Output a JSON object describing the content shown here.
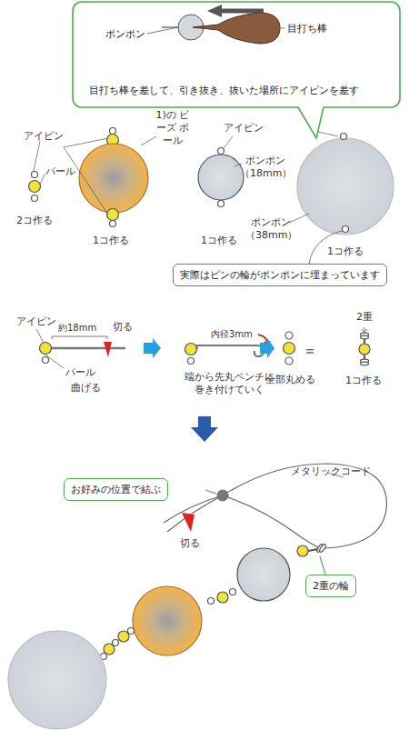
{
  "diagram": {
    "nodes": [
      {
        "text": [
          "ポンポン",
          "目打ち棒",
          "目打ち棒を差して、引き抜き、抜いた場所にアイピンを差す"
        ]
      },
      {
        "text": [
          "実際はピンの輪がポンポンに埋まっています"
        ]
      },
      {
        "text": [
          "お好みの位置で結ぶ"
        ]
      },
      {
        "text": [
          "2重の輪"
        ]
      }
    ],
    "labels": [
      "アイピン",
      "パール",
      "2コ作る",
      "1)の ビーズ ボール",
      "1コ作る",
      "アイピン",
      "ポンポン （18mm）",
      "1コ作る",
      "ポンポン （38mm）",
      "1コ作る",
      "アイピン",
      "約18mm",
      "切る",
      "パール",
      "曲げる",
      "内径3mm",
      "端から先丸ペンチに 巻き付けていく",
      "全部丸める",
      "＝",
      "2重",
      "1コ作る",
      "メタリックコード",
      "切る"
    ]
  }
}
